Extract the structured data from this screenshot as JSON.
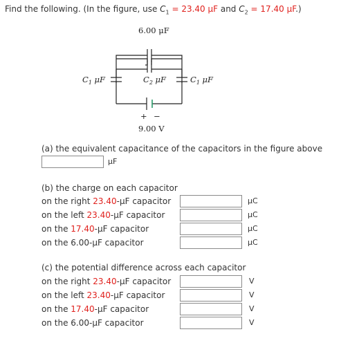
{
  "header": {
    "prefix": "Find the following. (In the figure, use ",
    "c1_sym": "C",
    "c1_sub": "1",
    "c1_val": " = 23.40 μF",
    "and": " and ",
    "c2_sym": "C",
    "c2_sub": "2",
    "c2_val": " = 17.40 μF",
    "suffix": ".)"
  },
  "figure": {
    "top_cap_label": "6.00 μF",
    "left_cap_label": "C",
    "left_cap_sub": "1",
    "left_cap_unit": " μF",
    "mid_cap_label": "C",
    "mid_cap_sub": "2",
    "mid_cap_unit": " μF",
    "right_cap_label": "C",
    "right_cap_sub": "1",
    "right_cap_unit": " μF",
    "battery_plus": "+",
    "battery_minus": "−",
    "battery_label": "9.00 V"
  },
  "part_a": {
    "title": "(a) the equivalent capacitance of the capacitors in the figure above",
    "value": "",
    "unit": "μF"
  },
  "part_b": {
    "title": "(b) the charge on each capacitor",
    "rows": [
      {
        "pre": "on the right ",
        "hl": "23.40",
        "post": "-μF capacitor",
        "value": "",
        "unit": "μC"
      },
      {
        "pre": "on the left ",
        "hl": "23.40",
        "post": "-μF capacitor",
        "value": "",
        "unit": "μC"
      },
      {
        "pre": "on the ",
        "hl": "17.40",
        "post": "-μF capacitor",
        "value": "",
        "unit": "μC"
      },
      {
        "pre": "on the 6.00-μF capacitor",
        "hl": "",
        "post": "",
        "value": "",
        "unit": "μC"
      }
    ]
  },
  "part_c": {
    "title": "(c) the potential difference across each capacitor",
    "rows": [
      {
        "pre": "on the right ",
        "hl": "23.40",
        "post": "-μF capacitor",
        "value": "",
        "unit": "V"
      },
      {
        "pre": "on the left ",
        "hl": "23.40",
        "post": "-μF capacitor",
        "value": "",
        "unit": "V"
      },
      {
        "pre": "on the ",
        "hl": "17.40",
        "post": "-μF capacitor",
        "value": "",
        "unit": "V"
      },
      {
        "pre": "on the 6.00-μF capacitor",
        "hl": "",
        "post": "",
        "value": "",
        "unit": "V"
      }
    ]
  },
  "colors": {
    "highlight": "#e0201c",
    "text": "#333333",
    "input_border": "#8a8a8a"
  }
}
